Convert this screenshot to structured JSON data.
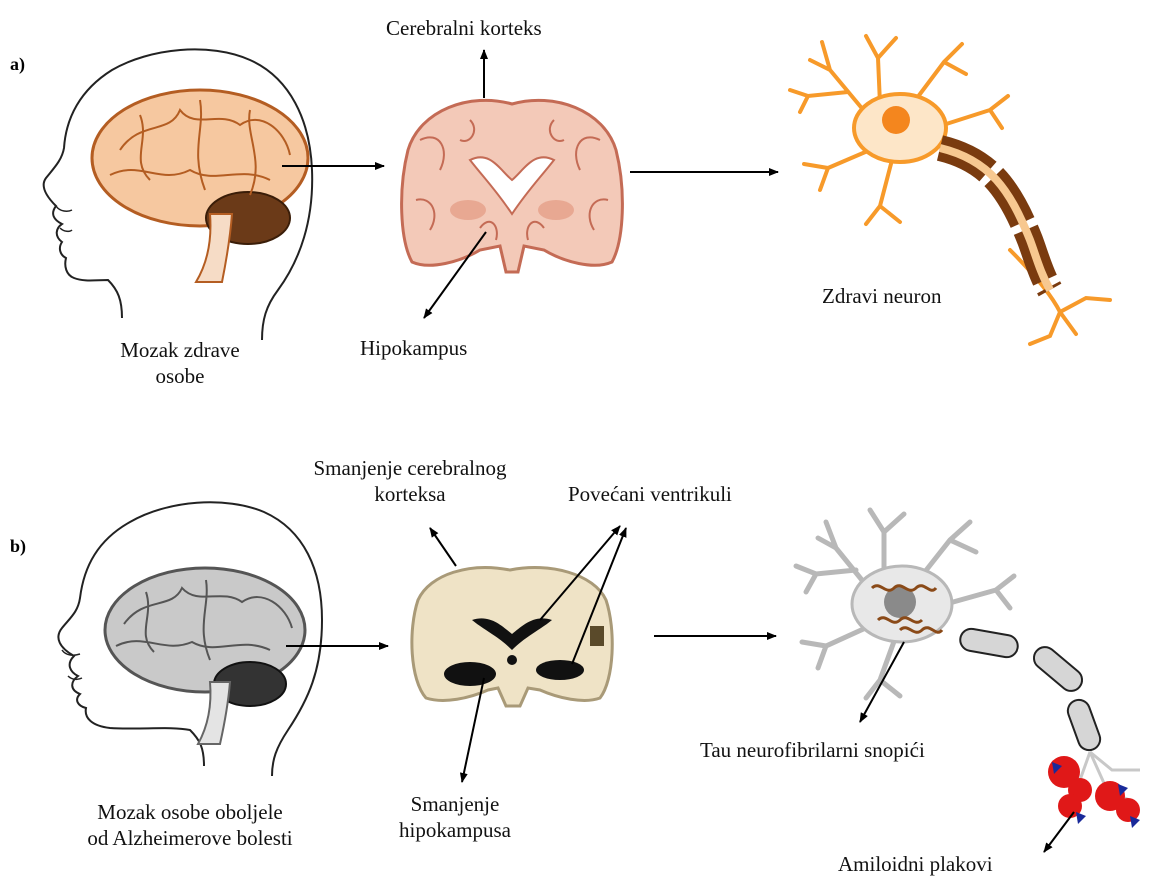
{
  "panel_a": {
    "letter": "a)",
    "head_label_line1": "Mozak zdrave",
    "head_label_line2": "osobe",
    "cortex_label": "Cerebralni korteks",
    "hippocampus_label": "Hipokampus",
    "neuron_label": "Zdravi neuron"
  },
  "panel_b": {
    "letter": "b)",
    "head_label_line1": "Mozak osobe oboljele",
    "head_label_line2": "od Alzheimerove bolesti",
    "cortex_label_line1": "Smanjenje cerebralnog",
    "cortex_label_line2": "korteksa",
    "ventricles_label": "Povećani ventrikuli",
    "hippocampus_label_line1": "Smanjenje",
    "hippocampus_label_line2": "hipokampusa",
    "tangles_label": "Tau neurofibrilarni snopići",
    "plaques_label": "Amiloidni plakovi"
  },
  "colors": {
    "healthy_brain": "#f6c8a0",
    "healthy_outline": "#c86a2a",
    "healthy_section": "#f3c9b8",
    "neuron_orange": "#f79a2a",
    "myelin_brown": "#7a3b0f",
    "diseased_brain": "#c9c9c9",
    "diseased_section": "#efe3c6",
    "tangle_brown": "#8a4a18",
    "plaque_red": "#e01818",
    "plaque_blue": "#1a2a9a"
  },
  "icons": [
    "head-silhouette-icon",
    "brain-icon",
    "brain-coronal-section-icon",
    "neuron-icon",
    "arrow-icon"
  ]
}
